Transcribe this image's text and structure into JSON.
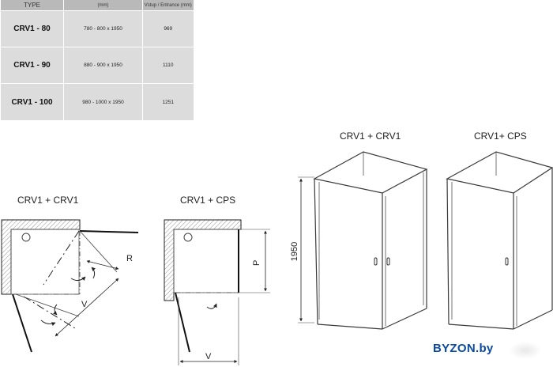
{
  "table": {
    "headers": [
      "TYPE",
      "(mm)",
      "Vstup / Entrance (mm)"
    ],
    "rows": [
      {
        "model": "CRV1 - 80",
        "size": "780 - 800 x 1950",
        "entrance": "969"
      },
      {
        "model": "CRV1 - 90",
        "size": "880 - 900 x 1950",
        "entrance": "1110"
      },
      {
        "model": "CRV1 - 100",
        "size": "980 - 1000 x 1950",
        "entrance": "1251"
      }
    ]
  },
  "plans": {
    "left_title": "CRV1 + CRV1",
    "middle_title": "CRV1 + CPS",
    "label_r": "R",
    "label_v_left": "V",
    "label_p": "P",
    "label_v_middle": "V"
  },
  "views": {
    "left_title": "CRV1 + CRV1",
    "right_title": "CRV1+ CPS",
    "height_label": "1950"
  },
  "brand": {
    "text": "BYZON.by",
    "color": "#0b4aa2"
  }
}
